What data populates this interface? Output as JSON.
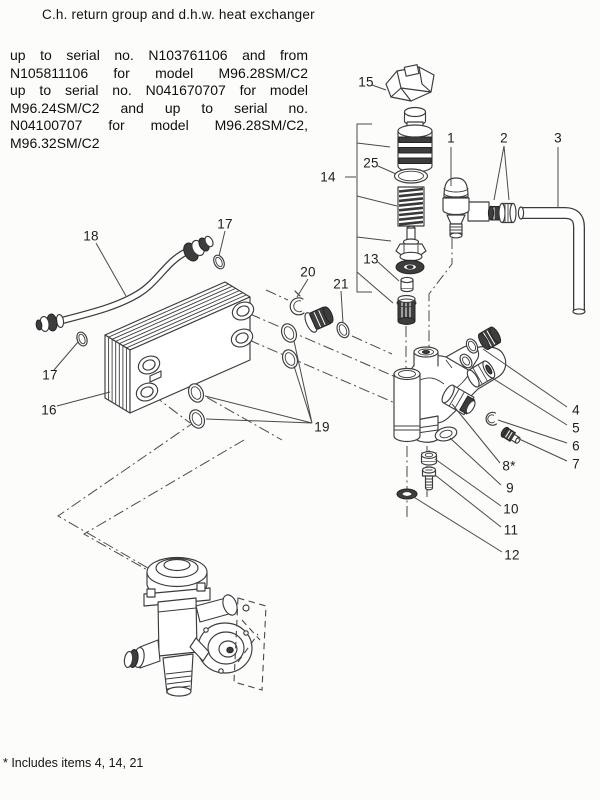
{
  "page": {
    "title": "C.h. return group and d.h.w. heat exchanger",
    "serial_note_lines": [
      "up to serial no. N103761106 and from",
      "N105811106 for model M96.28SM/C2",
      "up to serial no. N041670707 for model",
      "M96.24SM/C2 and up to serial no.",
      "N04100707 for model M96.28SM/C2,",
      "M96.32SM/C2"
    ],
    "footnote": "* Includes items 4, 14, 21"
  },
  "diagram": {
    "type": "exploded-parts-diagram",
    "ink_color": "#3c3c3c",
    "paper_color": "#fcfcfa",
    "callouts": [
      {
        "label": "15"
      },
      {
        "label": "14"
      },
      {
        "label": "25"
      },
      {
        "label": "13"
      },
      {
        "label": "1"
      },
      {
        "label": "2"
      },
      {
        "label": "3"
      },
      {
        "label": "18"
      },
      {
        "label": "17"
      },
      {
        "label": "17"
      },
      {
        "label": "16"
      },
      {
        "label": "20"
      },
      {
        "label": "21"
      },
      {
        "label": "19"
      },
      {
        "label": "4"
      },
      {
        "label": "5"
      },
      {
        "label": "6"
      },
      {
        "label": "7"
      },
      {
        "label": "8*"
      },
      {
        "label": "9"
      },
      {
        "label": "10"
      },
      {
        "label": "11"
      },
      {
        "label": "12"
      }
    ]
  }
}
